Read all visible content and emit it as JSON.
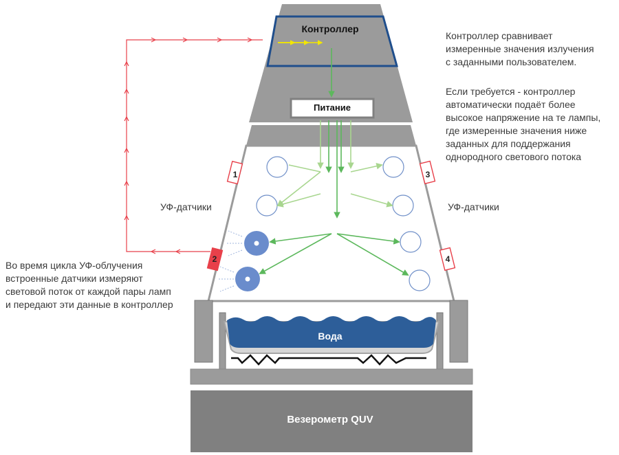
{
  "labels": {
    "controller": "Контроллер",
    "power": "Питание",
    "water": "Вода",
    "base": "Везерометр QUV",
    "uv_sensors_left": "УФ-датчики",
    "uv_sensors_right": "УФ-датчики"
  },
  "sensors": [
    "1",
    "2",
    "3",
    "4"
  ],
  "notes": {
    "controller": "Контроллер сравнивает\nизмеренные значения излучения\nс заданными пользователем.",
    "power": "Если требуется - контроллер\nавтоматически подаёт более\nвысокое напряжение на те лампы,\nгде измеренные значения ниже\nзаданных для поддержания\nоднородного светового потока",
    "cycle": "Во время цикла УФ-облучения\nвстроенные датчики измеряют\nсветовой поток от каждой пары ламп\nи передают эти данные в контроллер"
  },
  "colors": {
    "housing": "#9b9b9b",
    "housing_dark": "#808080",
    "controller_border": "#1f4e8c",
    "signal_line": "#e8404a",
    "power_line": "#5cb85c",
    "power_line_light": "#a8d68f",
    "water": "#2d5e99",
    "lamp_outline": "#6f8fc8",
    "lamp_active": "#6a8ccc",
    "sensor": "#e8404a",
    "controller_arrows": "#f2e600"
  }
}
